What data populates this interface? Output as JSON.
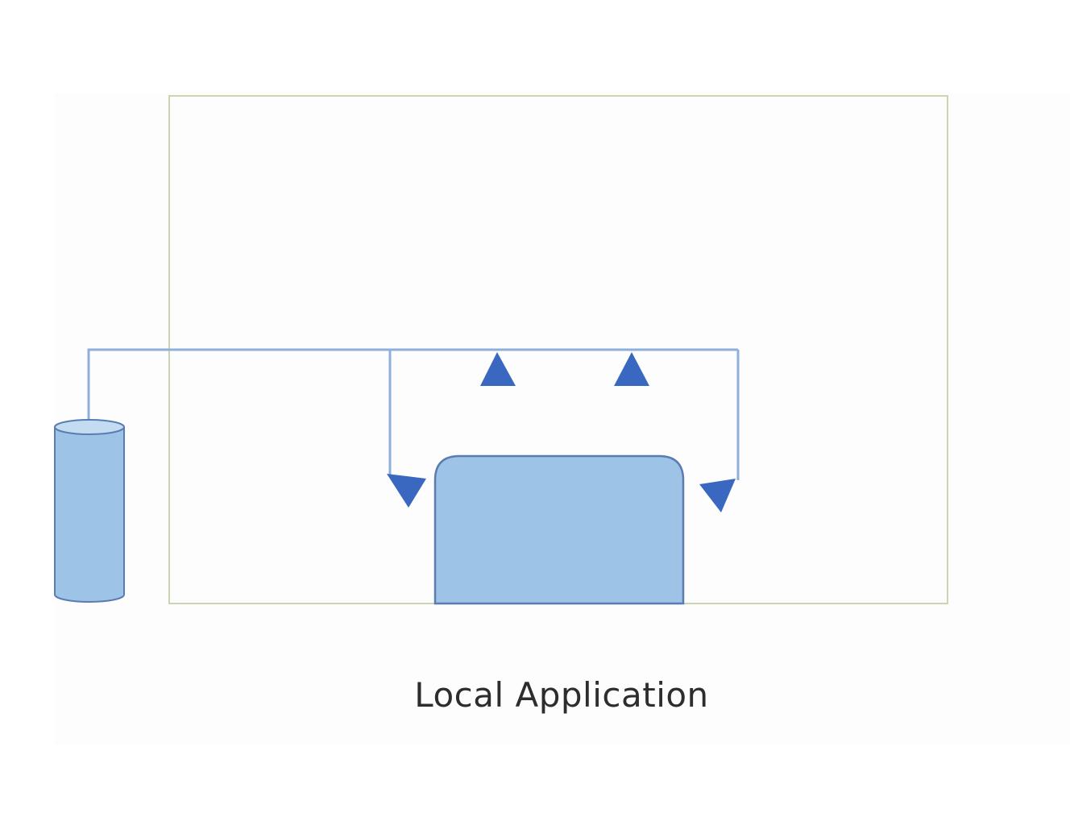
{
  "diagram": {
    "caption": "Local Application",
    "colors": {
      "background": "#ffffff",
      "boundary_stroke": "#c9d6b0",
      "connector": "#8eaedc",
      "arrow_fill": "#3a68c0",
      "shape_fill": "#9dc3e6",
      "shape_stroke": "#5a7cb0",
      "caption": "#2d2d2d"
    },
    "shapes": {
      "database": "cylinder",
      "application": "rounded-rectangle"
    },
    "arrows": [
      "up",
      "up",
      "down",
      "down"
    ]
  }
}
